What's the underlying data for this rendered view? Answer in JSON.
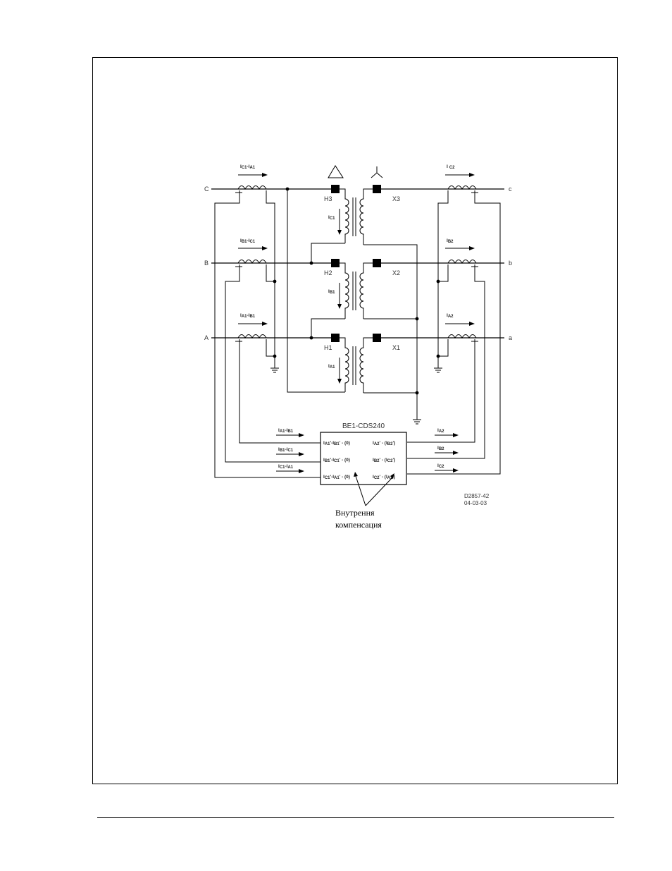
{
  "diagram": {
    "title": "BE1-CDS240",
    "primary_phases": [
      "C",
      "B",
      "A"
    ],
    "secondary_phases": [
      "c",
      "b",
      "a"
    ],
    "primary_bushings": [
      "H3",
      "H2",
      "H1"
    ],
    "secondary_bushings": [
      "X3",
      "X2",
      "X1"
    ],
    "primary_ct_currents": [
      "I",
      "C1",
      "-I",
      "A1",
      "I",
      "B1",
      "-I",
      "C1",
      "I",
      "A1",
      "-I",
      "B1"
    ],
    "secondary_ct_currents": [
      "I",
      "C2",
      "I",
      "B2",
      "I",
      "A2"
    ],
    "winding_currents": [
      "I",
      "C1",
      "I",
      "B1",
      "I",
      "A1"
    ],
    "relay_input_currents": [
      "I",
      "A1",
      "-I",
      "B1",
      "I",
      "B1",
      "-I",
      "C1",
      "I",
      "C1",
      "-I",
      "A1"
    ],
    "relay_output_currents": [
      "I",
      "A2",
      "I",
      "B2",
      "I",
      "C2"
    ],
    "relay_left_formulas": [
      "I",
      "A1",
      "'-I",
      "B1",
      "' - (0)",
      "I",
      "B1",
      "'-I",
      "C1",
      "' - (0)",
      "I",
      "C1",
      "'-I",
      "A1",
      "' - (0)"
    ],
    "relay_right_formulas": [
      "I",
      "A2",
      "' - (I",
      "B2",
      "')",
      "I",
      "B2",
      "' - (I",
      "C2",
      "')",
      "I",
      "C2",
      "' - (I",
      "A2",
      "')"
    ],
    "drawing_number": "D2857-42",
    "drawing_date": "04-03-03",
    "annotation": [
      "Внутрення",
      "компенсация"
    ]
  }
}
